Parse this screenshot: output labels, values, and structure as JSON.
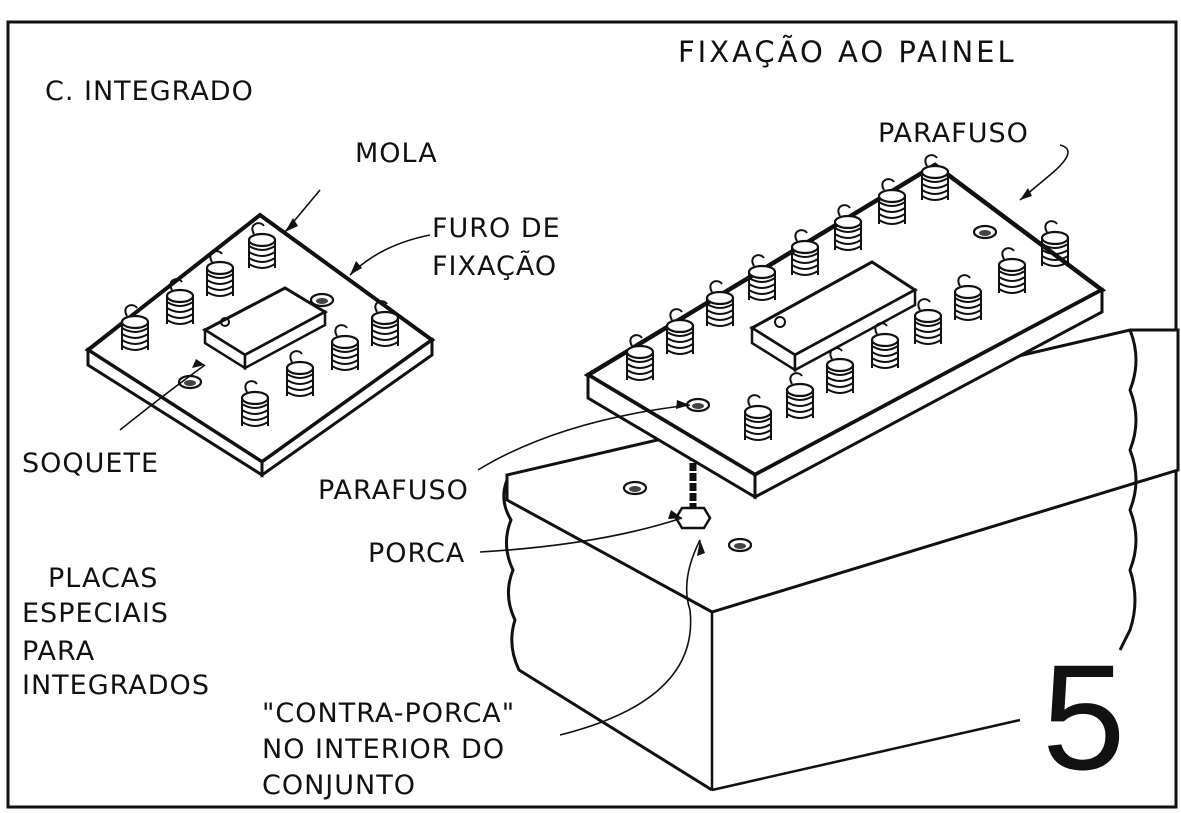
{
  "title": "FIXAÇÃO AO PAINEL",
  "figure_number": "5",
  "labels": {
    "c_integrado": "C. INTEGRADO",
    "mola": "MOLA",
    "furo_1": "FURO DE",
    "furo_2": "FIXAÇÃO",
    "parafuso_top": "PARAFUSO",
    "soquete": "SOQUETE",
    "parafuso_mid": "PARAFUSO",
    "porca": "PORCA",
    "placas_1": "PLACAS",
    "placas_2": "ESPECIAIS",
    "placas_3": "PARA",
    "placas_4": "INTEGRADOS",
    "contra_1": "\"CONTRA-PORCA\"",
    "contra_2": "NO INTERIOR DO",
    "contra_3": "CONJUNTO"
  }
}
